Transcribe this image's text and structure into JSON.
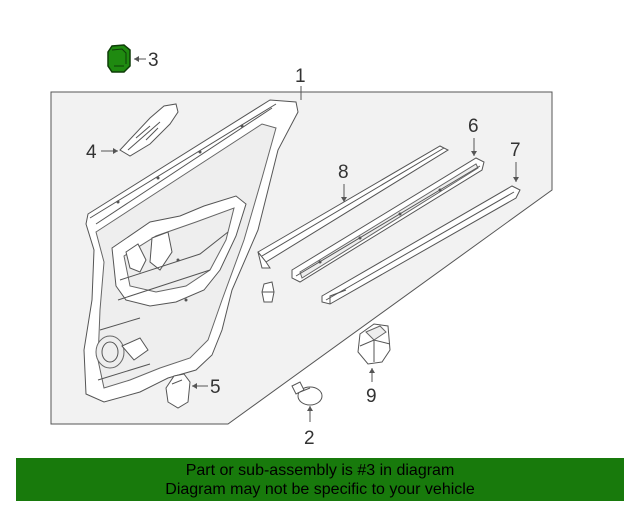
{
  "callouts": {
    "c1": "1",
    "c2": "2",
    "c3": "3",
    "c4": "4",
    "c5": "5",
    "c6": "6",
    "c7": "7",
    "c8": "8",
    "c9": "9"
  },
  "highlight_part": "3",
  "colors": {
    "banner_bg": "#187a0c",
    "highlight_part": "#1f8a10",
    "line": "#555555"
  },
  "banner": {
    "line1": "Part or sub-assembly is #3 in diagram",
    "line2": "Diagram may not be specific to your vehicle"
  }
}
